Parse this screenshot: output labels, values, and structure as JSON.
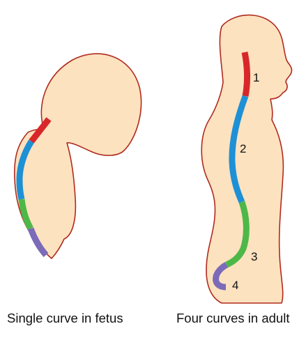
{
  "colors": {
    "skin_fill": "#fde2bf",
    "outline": "#b02a1e",
    "cervical": "#d8272a",
    "thoracic": "#1e90d6",
    "lumbar": "#4db848",
    "sacral": "#7b6bb8",
    "text": "#111111"
  },
  "panels": [
    {
      "caption": "Single curve in fetus"
    },
    {
      "caption": "Four curves in adult",
      "curve_labels": [
        "1",
        "2",
        "3",
        "4"
      ]
    }
  ]
}
